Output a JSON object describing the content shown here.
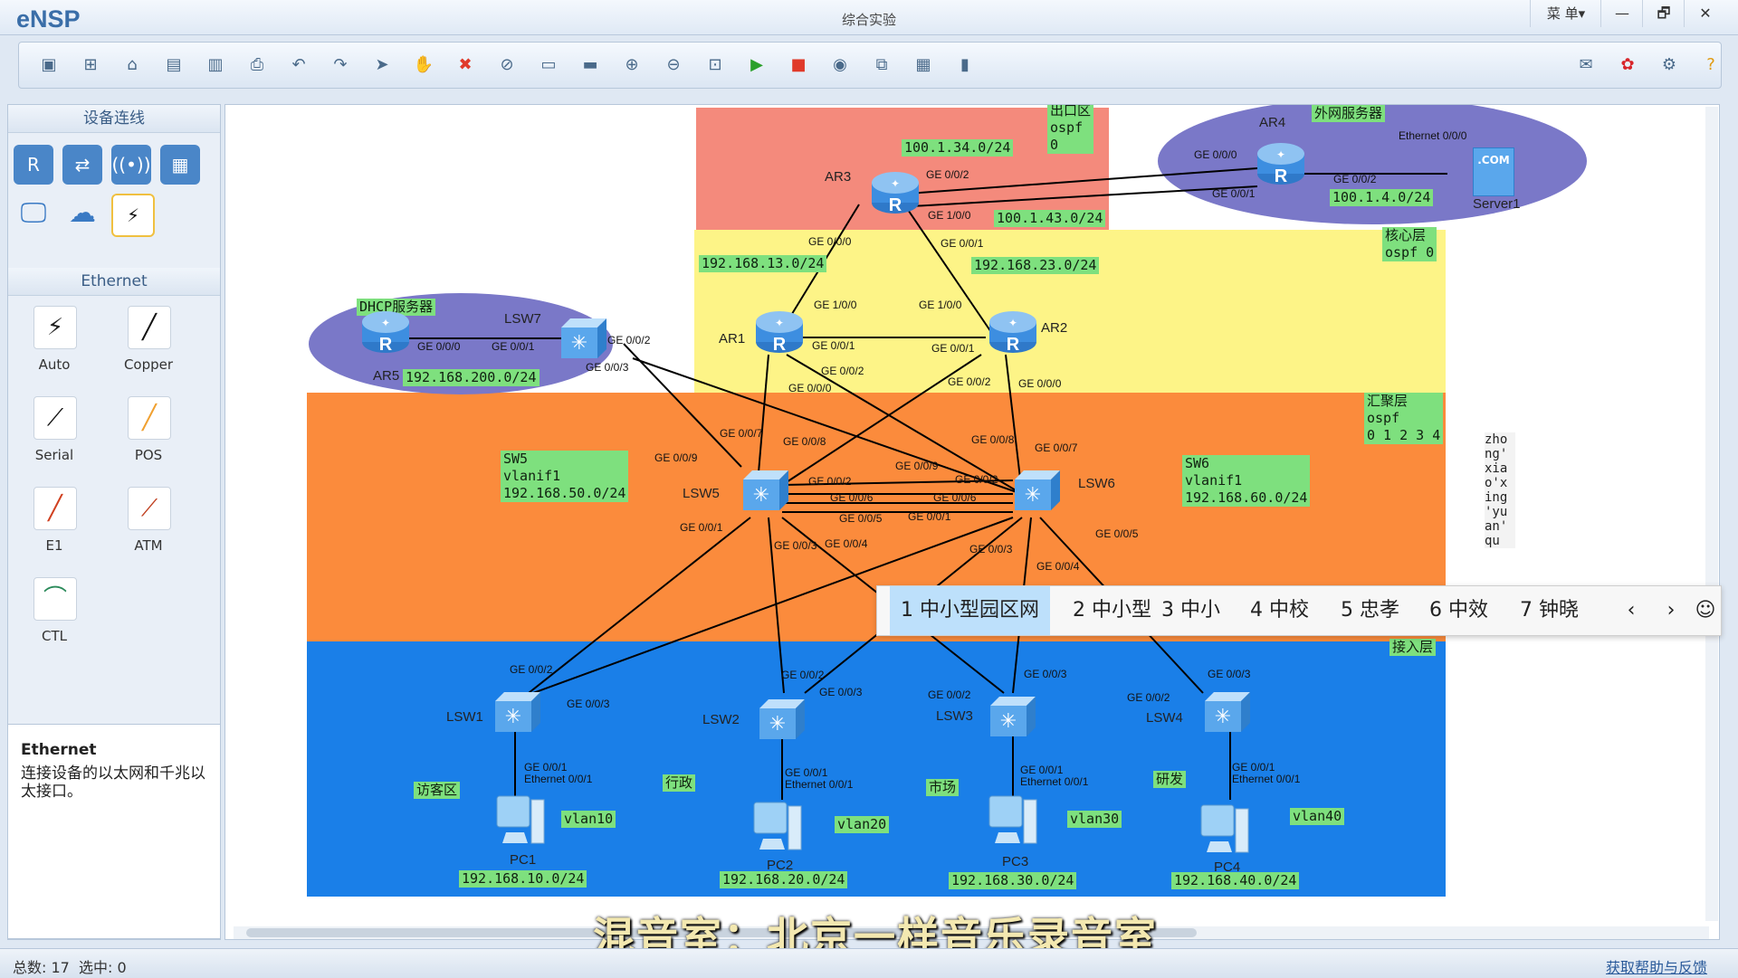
{
  "app": {
    "logo": "eNSP",
    "title": "综合实验",
    "menu": "菜 单▾"
  },
  "window_buttons": {
    "min": "—",
    "max": "🗗",
    "close": "✕"
  },
  "toolbar": {
    "icons": [
      "new-topology-icon",
      "new-lab-icon",
      "open-icon",
      "save-icon",
      "save-as-icon",
      "print-icon",
      "undo-icon",
      "redo-icon",
      "select-icon",
      "pan-icon",
      "delete-icon",
      "delete-link-icon",
      "text-icon",
      "rectangle-icon",
      "zoom-in-icon",
      "zoom-out-icon",
      "fit-icon",
      "start-icon",
      "stop-icon",
      "capture-icon",
      "topo-icon",
      "grid-icon",
      "terminal-icon"
    ],
    "right_icons": [
      "chat-icon",
      "huawei-icon",
      "settings-icon",
      "help-icon"
    ]
  },
  "left_panel": {
    "device_header": "设备连线",
    "device_icons": [
      "router-icon",
      "switch-icon",
      "wireless-icon",
      "firewall-icon",
      "pc-icon",
      "cloud-icon",
      "connection-icon"
    ],
    "ethernet_header": "Ethernet",
    "cables": [
      {
        "label": "Auto",
        "icon": "⚡",
        "color": "#222"
      },
      {
        "label": "Copper",
        "icon": "╱",
        "color": "#111"
      },
      {
        "label": "Serial",
        "icon": "⟋",
        "color": "#111"
      },
      {
        "label": "POS",
        "icon": "╱",
        "color": "#f0a030"
      },
      {
        "label": "E1",
        "icon": "╱",
        "color": "#d04020"
      },
      {
        "label": "ATM",
        "icon": "⟋",
        "color": "#c04020"
      },
      {
        "label": "CTL",
        "icon": "⌒",
        "color": "#2a8a5a"
      }
    ],
    "info_title": "Ethernet",
    "info_text": "连接设备的以太网和千兆以太接口。"
  },
  "canvas": {
    "zones": {
      "exit": {
        "label": "出口区\nospf\n0",
        "color": "#f48a7c"
      },
      "core": {
        "label": "核心层\nospf 0",
        "color": "#fdf487"
      },
      "agg": {
        "label": "汇聚层\nospf\n0 1 2 3 4",
        "color": "#fb8b3c"
      },
      "access": {
        "label": "接入层",
        "color": "#1a7fe8"
      },
      "outer_server": {
        "label": "外网服务器",
        "color": "#7a78c8"
      },
      "dhcp_server": {
        "label": "DHCP服务器",
        "color": "#7a78c8"
      }
    },
    "devices": {
      "AR1": "AR1",
      "AR2": "AR2",
      "AR3": "AR3",
      "AR4": "AR4",
      "AR5": "AR5",
      "LSW1": "LSW1",
      "LSW2": "LSW2",
      "LSW3": "LSW3",
      "LSW4": "LSW4",
      "LSW5": "LSW5",
      "LSW6": "LSW6",
      "LSW7": "LSW7",
      "PC1": "PC1",
      "PC2": "PC2",
      "PC3": "PC3",
      "PC4": "PC4",
      "Server1": "Server1",
      "server_text": ".COM"
    },
    "subnets": {
      "s1": "100.1.34.0/24",
      "s2": "100.1.43.0/24",
      "s3": "100.1.4.0/24",
      "s4": "192.168.13.0/24",
      "s5": "192.168.23.0/24",
      "s6": "192.168.200.0/24",
      "pc1": "192.168.10.0/24",
      "pc2": "192.168.20.0/24",
      "pc3": "192.168.30.0/24",
      "pc4": "192.168.40.0/24"
    },
    "sw5_note": "SW5\nvlanif1\n192.168.50.0/24",
    "sw6_note": "SW6\nvlanif1\n192.168.60.0/24",
    "vlans": {
      "v10": "vlan10",
      "v20": "vlan20",
      "v30": "vlan30",
      "v40": "vlan40"
    },
    "areas": {
      "a1": "访客区",
      "a2": "行政",
      "a3": "市场",
      "a4": "研发"
    },
    "ports": {
      "ar3_002": "GE 0/0/2",
      "ar3_100": "GE 1/0/0",
      "ar3_000": "GE 0/0/0",
      "ar3_001": "GE 0/0/1",
      "ar4_000": "GE 0/0/0",
      "ar4_001": "GE 0/0/1",
      "ar4_002": "GE 0/0/2",
      "srv_eth": "Ethernet 0/0/0",
      "ar1_100": "GE 1/0/0",
      "ar2_100": "GE 1/0/0",
      "ar1_001": "GE 0/0/1",
      "ar2_001": "GE 0/0/1",
      "ar1_002": "GE 0/0/2",
      "ar2_002": "GE 0/0/2",
      "ar1_000": "GE 0/0/0",
      "ar2_000": "GE 0/0/0",
      "ar5_000": "GE 0/0/0",
      "lsw7_001": "GE 0/0/1",
      "lsw7_002": "GE 0/0/2",
      "lsw7_003": "GE 0/0/3",
      "lsw5_009": "GE 0/0/9",
      "lsw5_007": "GE 0/0/7",
      "lsw5_008": "GE 0/0/8",
      "lsw5_002": "GE 0/0/2",
      "lsw5_006": "GE 0/0/6",
      "lsw5_005": "GE 0/0/5",
      "lsw5_001": "GE 0/0/1",
      "lsw5_003": "GE 0/0/3",
      "lsw5_004": "GE 0/0/4",
      "lsw6_008": "GE 0/0/8",
      "lsw6_007": "GE 0/0/7",
      "lsw6_009": "GE 0/0/9",
      "lsw6_002": "GE 0/0/2",
      "lsw6_006": "GE 0/0/6",
      "lsw6_001": "GE 0/0/1",
      "lsw6_003": "GE 0/0/3",
      "lsw6_005": "GE 0/0/5",
      "lsw6_004": "GE 0/0/4",
      "lsw1_002": "GE 0/0/2",
      "lsw1_003": "GE 0/0/3",
      "lsw2_002": "GE 0/0/2",
      "lsw2_003": "GE 0/0/3",
      "lsw3_002": "GE 0/0/2",
      "lsw3_003": "GE 0/0/3",
      "lsw4_002": "GE 0/0/2",
      "lsw4_003": "GE 0/0/3",
      "down_001": "GE 0/0/1",
      "pc_eth": "Ethernet 0/0/1"
    }
  },
  "ime": {
    "candidates": [
      "1 中小型园区网",
      "2 中小型",
      "3 中小",
      "4 中校",
      "5 忠孝",
      "6 中效",
      "7 钟晓"
    ],
    "prev": "‹",
    "next": "›",
    "emoji": "☺",
    "pinyin": "zho\nng'\nxia\no'x\ning\n'yu\nan'\nqu"
  },
  "status": {
    "left": "总数: 17  选中: 0",
    "right": "获取帮助与反馈"
  },
  "subtitle": "混音室：北京一样音乐录音室"
}
